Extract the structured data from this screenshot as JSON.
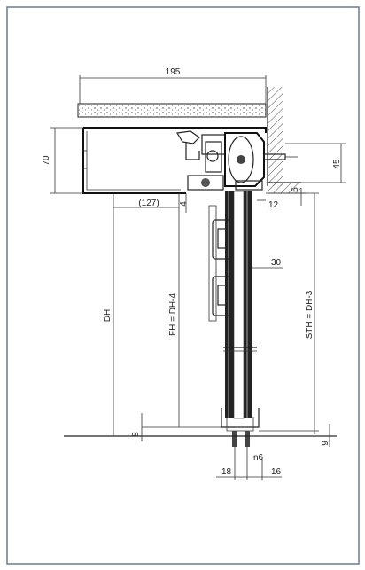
{
  "dimensions": {
    "width_top": "195",
    "height_left": "70",
    "offset_127": "(127)",
    "small_4": "4",
    "small_12": "12",
    "small_6": "6",
    "right_45": "45",
    "gap_30": "30",
    "dh": "DH",
    "fh": "FH = DH-4",
    "sth": "STH = DH-3",
    "bottom_8": "8",
    "bottom_9": "9",
    "n6": "n6",
    "d18": "18",
    "d16": "16"
  },
  "colors": {
    "border": "#6c7b8b",
    "line": "#222222",
    "hatch": "#555555"
  }
}
